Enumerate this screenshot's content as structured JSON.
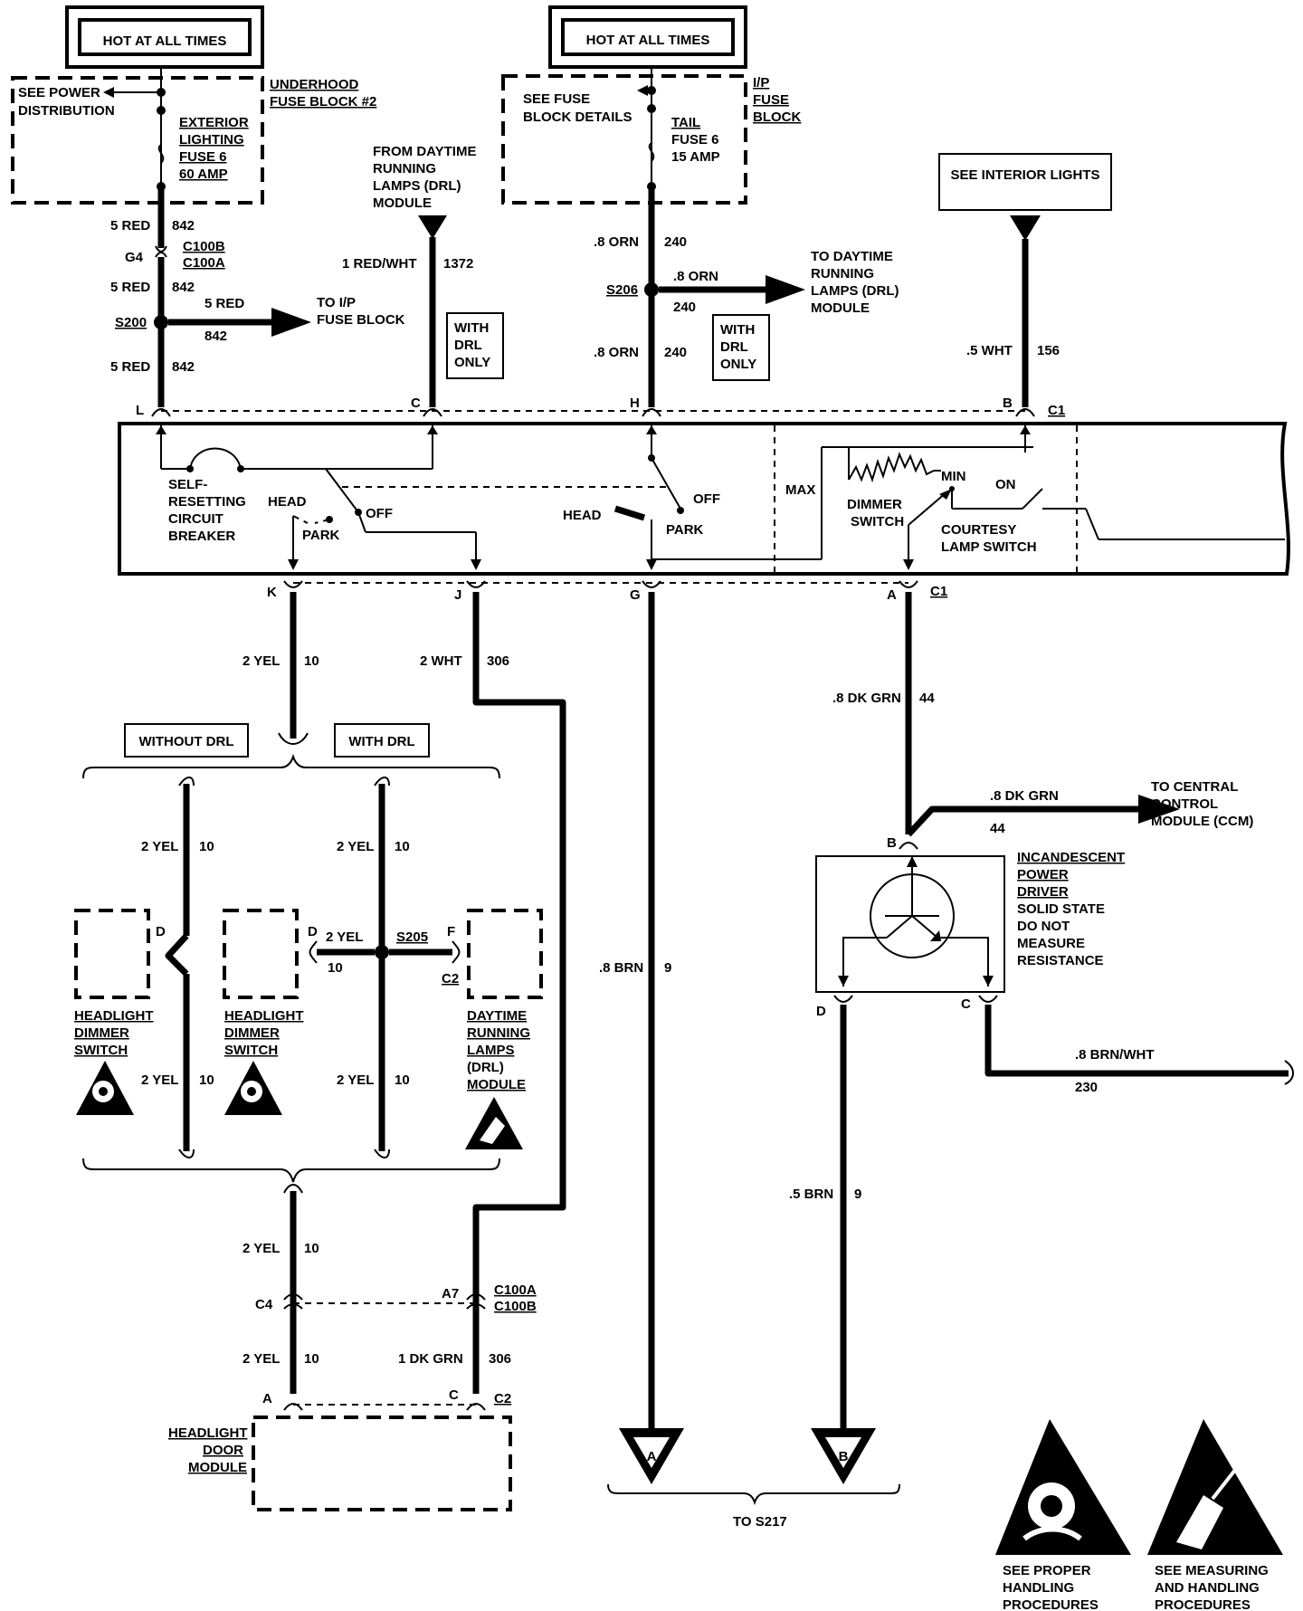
{
  "power": {
    "hot1": "HOT AT ALL TIMES",
    "hot2": "HOT AT ALL TIMES"
  },
  "fuse1": {
    "see": [
      "SEE POWER",
      "DISTRIBUTION"
    ],
    "block": [
      "UNDERHOOD",
      "FUSE BLOCK #2"
    ],
    "name": [
      "EXTERIOR",
      "LIGHTING",
      "FUSE 6",
      "60 AMP"
    ]
  },
  "fuse2": {
    "see": [
      "SEE FUSE",
      "BLOCK DETAILS"
    ],
    "block": [
      "I/P",
      "FUSE",
      "BLOCK"
    ],
    "name": [
      "TAIL",
      "FUSE 6",
      "15 AMP"
    ]
  },
  "drl_from": [
    "FROM DAYTIME",
    "RUNNING",
    "LAMPS (DRL)",
    "MODULE"
  ],
  "drl_to": [
    "TO DAYTIME",
    "RUNNING",
    "LAMPS (DRL)",
    "MODULE"
  ],
  "interior": "SEE INTERIOR LIGHTS",
  "with_drl_only": [
    "WITH",
    "DRL",
    "ONLY"
  ],
  "to_ip": [
    "TO I/P",
    "FUSE BLOCK"
  ],
  "wires_top": {
    "red5": "5 RED",
    "c842": "842",
    "g4": "G4",
    "c100b": "C100B",
    "c100a": "C100A",
    "s200": "S200",
    "redwht": "1 RED/WHT",
    "c1372": "1372",
    "orn8": ".8 ORN",
    "c240": "240",
    "s206": "S206",
    "wht5": ".5 WHT",
    "c156": "156"
  },
  "pins_top": {
    "L": "L",
    "C": "C",
    "H": "H",
    "B": "B",
    "C1": "C1"
  },
  "switch": {
    "breaker": [
      "SELF-",
      "RESETTING",
      "CIRCUIT",
      "BREAKER"
    ],
    "head": "HEAD",
    "park": "PARK",
    "off": "OFF",
    "max": "MAX",
    "min": "MIN",
    "on": "ON",
    "dimmer": [
      "DIMMER",
      "SWITCH"
    ],
    "courtesy": [
      "COURTESY",
      "LAMP SWITCH"
    ]
  },
  "pins_bot": {
    "K": "K",
    "J": "J",
    "G": "G",
    "A": "A",
    "C1": "C1"
  },
  "wires_mid": {
    "yel2": "2 YEL",
    "c10": "10",
    "wht2": "2 WHT",
    "c306": "306",
    "brn8": ".8 BRN",
    "c9": "9",
    "dkgrn8": ".8 DK GRN",
    "c44": "44"
  },
  "options": {
    "without": "WITHOUT DRL",
    "with": "WITH DRL"
  },
  "dimmer_switch": [
    "HEADLIGHT",
    "DIMMER",
    "SWITCH"
  ],
  "drl_module": [
    "DAYTIME",
    "RUNNING",
    "LAMPS",
    "(DRL)",
    "MODULE"
  ],
  "s205": {
    "name": "S205",
    "D": "D",
    "F": "F",
    "C2": "C2"
  },
  "ccm": [
    "TO CENTRAL",
    "CONTROL",
    "MODULE (CCM)"
  ],
  "driver": [
    "INCANDESCENT",
    "POWER",
    "DRIVER",
    "SOLID STATE",
    "DO NOT",
    "MEASURE",
    "RESISTANCE"
  ],
  "driver_pins": {
    "B": "B",
    "D": "D",
    "C": "C"
  },
  "brnwht": ".8 BRN/WHT",
  "c230": "230",
  "brn5": ".5 BRN",
  "lower": {
    "c4": "C4",
    "a7": "A7",
    "c100a": "C100A",
    "c100b": "C100B",
    "dkgrn1": "1 DK GRN",
    "A": "A",
    "C": "C",
    "C2": "C2"
  },
  "door_module": [
    "HEADLIGHT",
    "DOOR",
    "MODULE"
  ],
  "connectors": {
    "a": "A",
    "b": "B"
  },
  "to_s217": "TO S217",
  "warnings": {
    "handling": [
      "SEE PROPER",
      "HANDLING",
      "PROCEDURES"
    ],
    "measuring": [
      "SEE MEASURING",
      "AND HANDLING",
      "PROCEDURES"
    ]
  }
}
